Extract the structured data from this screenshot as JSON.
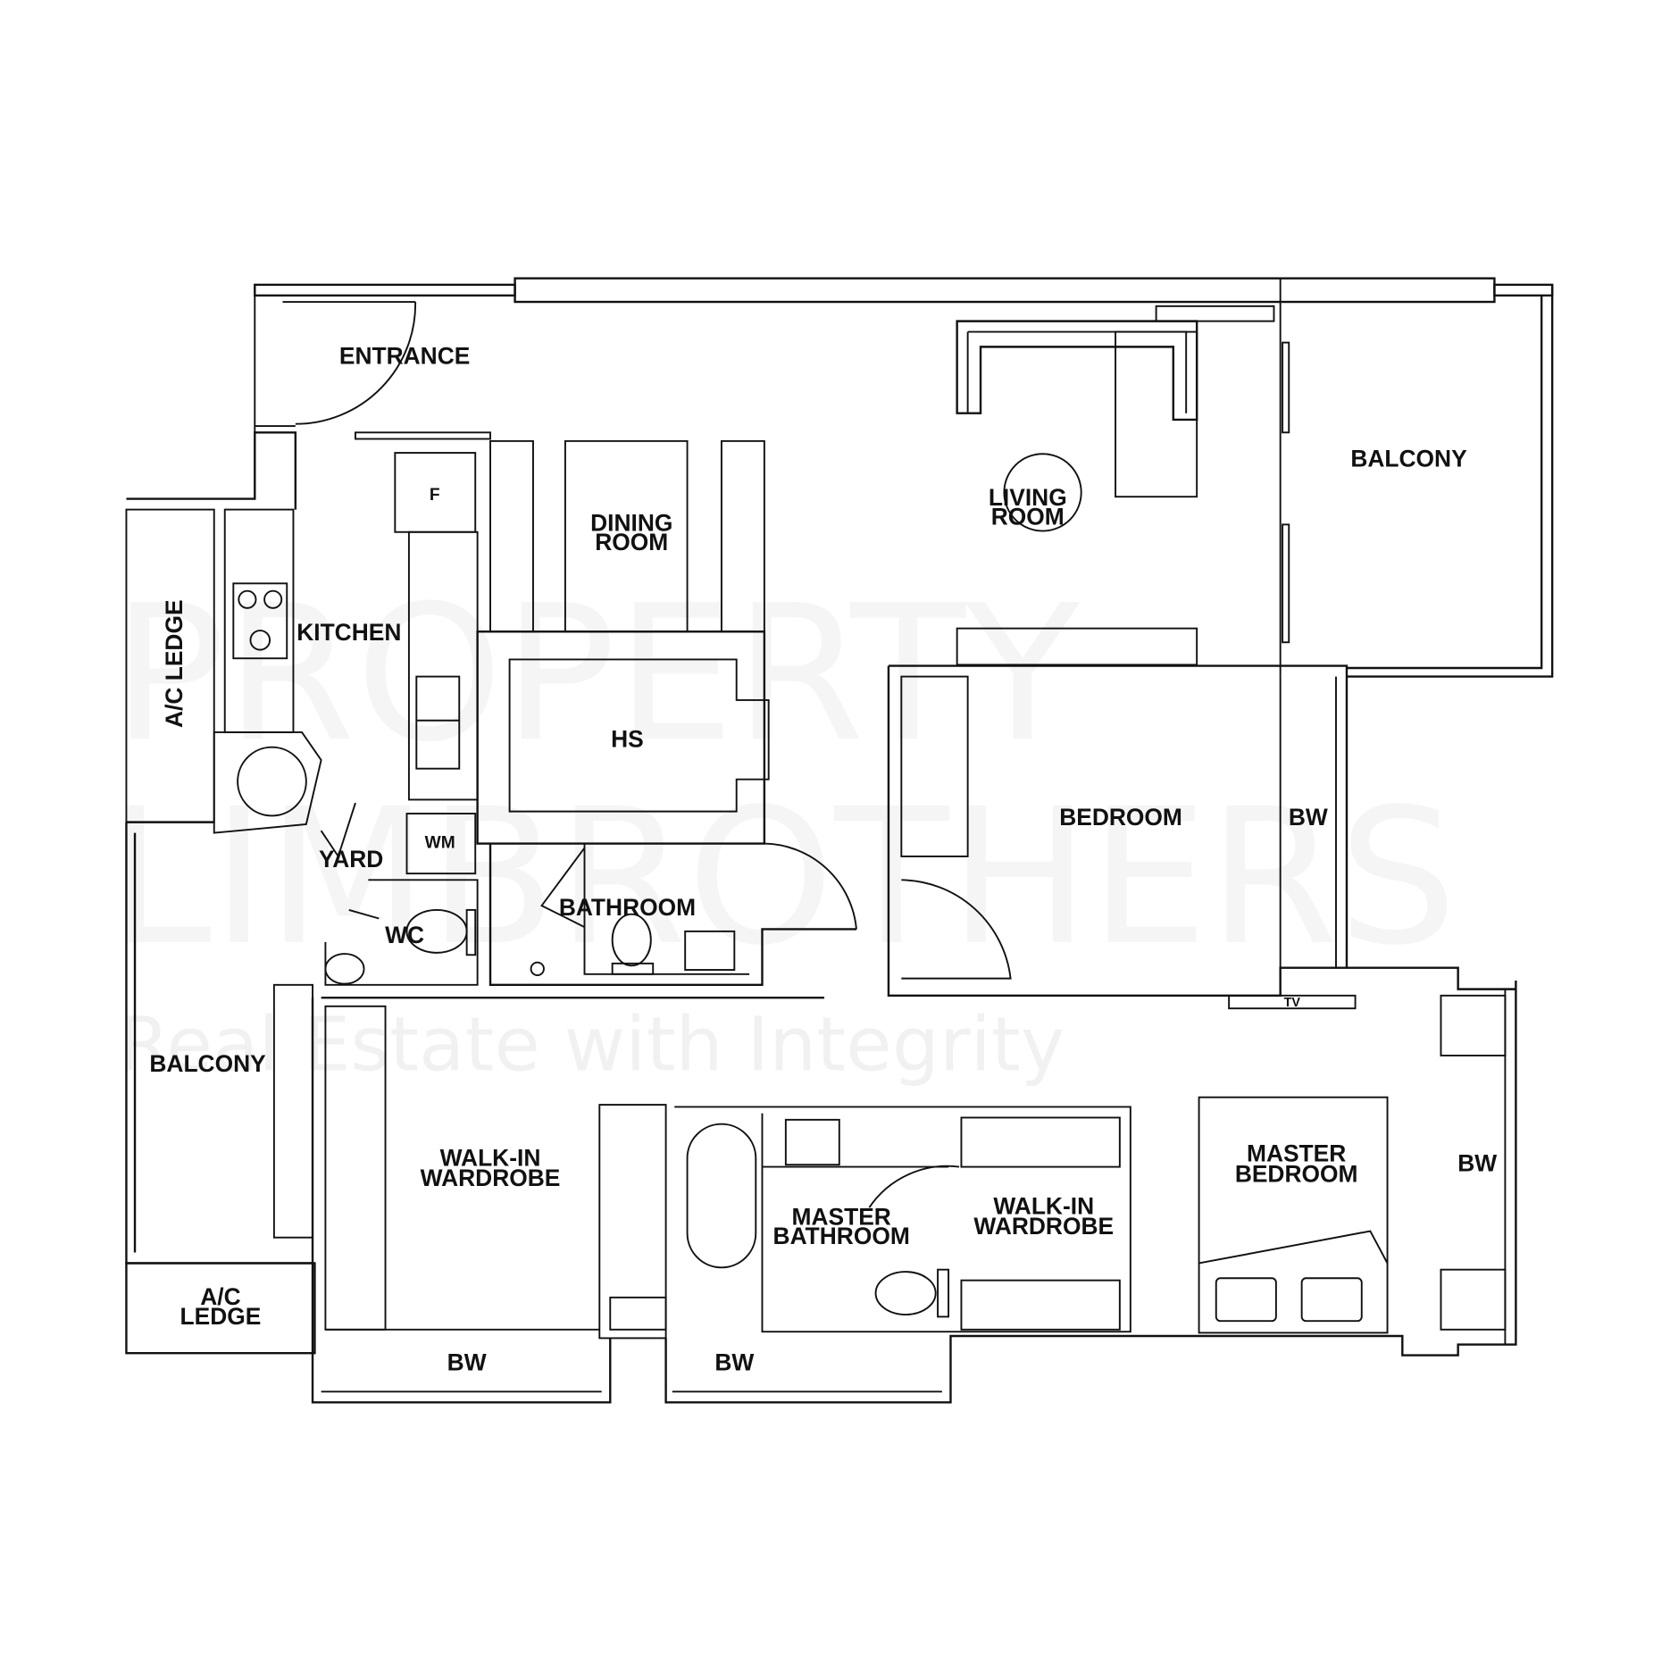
{
  "rooms": {
    "entrance": "ENTRANCE",
    "living_room_1": "LIVING",
    "living_room_2": "ROOM",
    "balcony_main": "BALCONY",
    "dining_1": "DINING",
    "dining_2": "ROOM",
    "fridge": "F",
    "kitchen": "KITCHEN",
    "ac_ledge_vertical": "A/C LEDGE",
    "hs": "HS",
    "bedroom": "BEDROOM",
    "bw_bedroom": "BW",
    "wm": "WM",
    "yard": "YARD",
    "wc": "WC",
    "bathroom": "BATHROOM",
    "tv": "TV",
    "balcony_side": "BALCONY",
    "walkin_1a": "WALK-IN",
    "walkin_1b": "WARDROBE",
    "master_bath_1": "MASTER",
    "master_bath_2": "BATHROOM",
    "walkin_2a": "WALK-IN",
    "walkin_2b": "WARDROBE",
    "master_bed_1": "MASTER",
    "master_bed_2": "BEDROOM",
    "bw_master": "BW",
    "ac_ledge_1": "A/C",
    "ac_ledge_2": "LEDGE",
    "bw_walkin": "BW",
    "bw_bath": "BW"
  },
  "watermark": {
    "line1": "PROPERTY",
    "line2": "LIMBROTHERS",
    "tagline": "Real Estate with Integrity"
  }
}
